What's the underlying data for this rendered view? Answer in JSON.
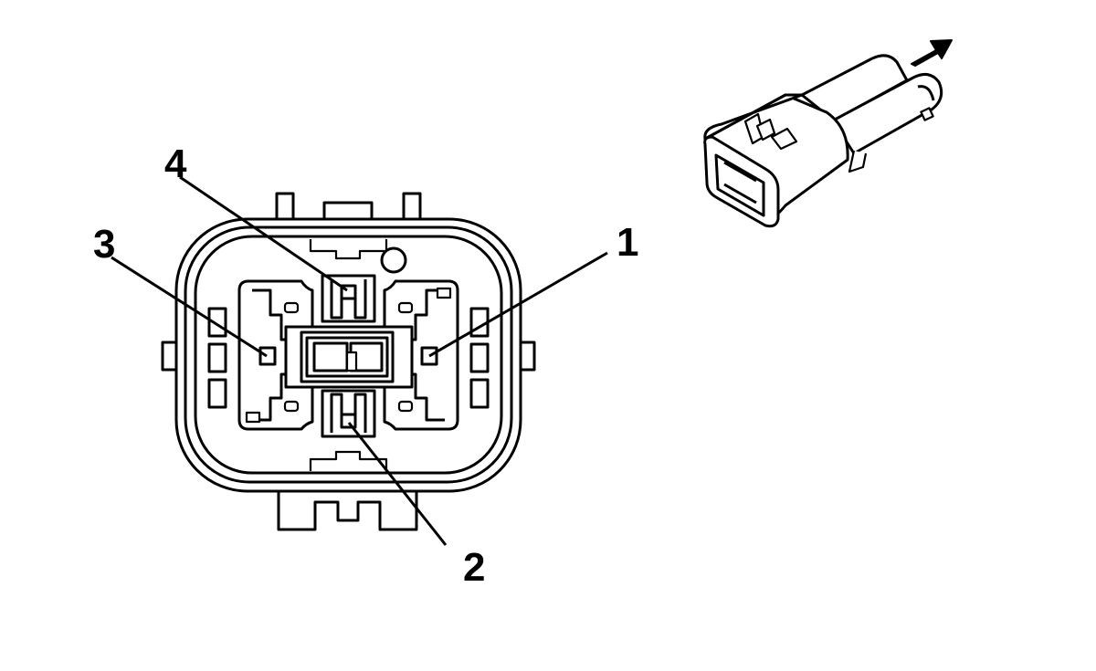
{
  "callouts": {
    "pin_1": "1",
    "pin_2": "2",
    "pin_3": "3",
    "pin_4": "4"
  },
  "icons": {
    "pull_direction": "arrow-right-up-icon",
    "connector_iso": "connector-isometric-icon"
  },
  "colors": {
    "ink": "#000000",
    "paper": "#ffffff"
  }
}
